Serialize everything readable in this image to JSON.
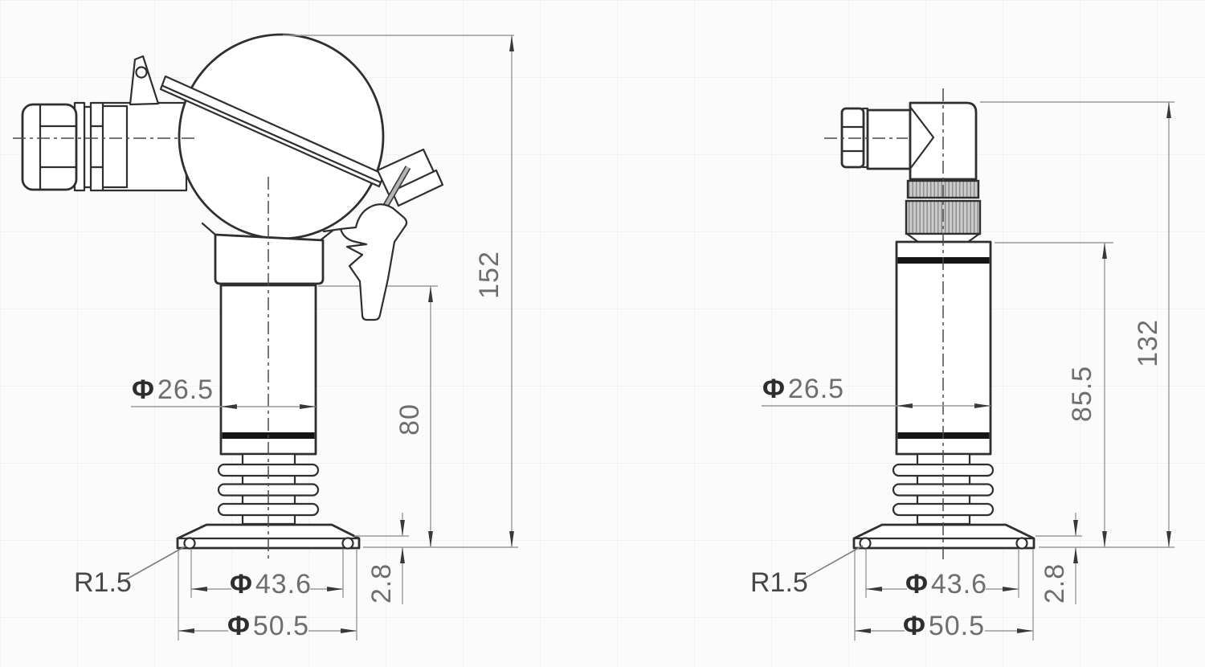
{
  "left_view": {
    "overall_height": "152",
    "body_length": "80",
    "body_diameter": {
      "prefix": "Φ",
      "value": "26.5"
    },
    "ferrule_diameter": {
      "prefix": "Φ",
      "value": "43.6"
    },
    "flange_diameter": {
      "prefix": "Φ",
      "value": "50.5"
    },
    "flange_thickness": "2.8",
    "corner_radius": "R1.5"
  },
  "right_view": {
    "overall_height": "132",
    "body_length": "85.5",
    "body_diameter": {
      "prefix": "Φ",
      "value": "26.5"
    },
    "ferrule_diameter": {
      "prefix": "Φ",
      "value": "43.6"
    },
    "flange_diameter": {
      "prefix": "Φ",
      "value": "50.5"
    },
    "flange_thickness": "2.8",
    "corner_radius": "R1.5"
  },
  "colors": {
    "bg": "#fbfbfb",
    "grid": "#f1f1f1",
    "outline": "#2f2f2f",
    "band": "#151515",
    "dim-line": "#9a9a9a",
    "dim-text": "#6e6e6e",
    "symbol": "#2e2e2e",
    "arrow": "#383838",
    "centerline": "#4a4a4a",
    "knurl-fill": "#cccccc",
    "knurl-line": "#8f8f8f",
    "label-text": "#474747"
  }
}
